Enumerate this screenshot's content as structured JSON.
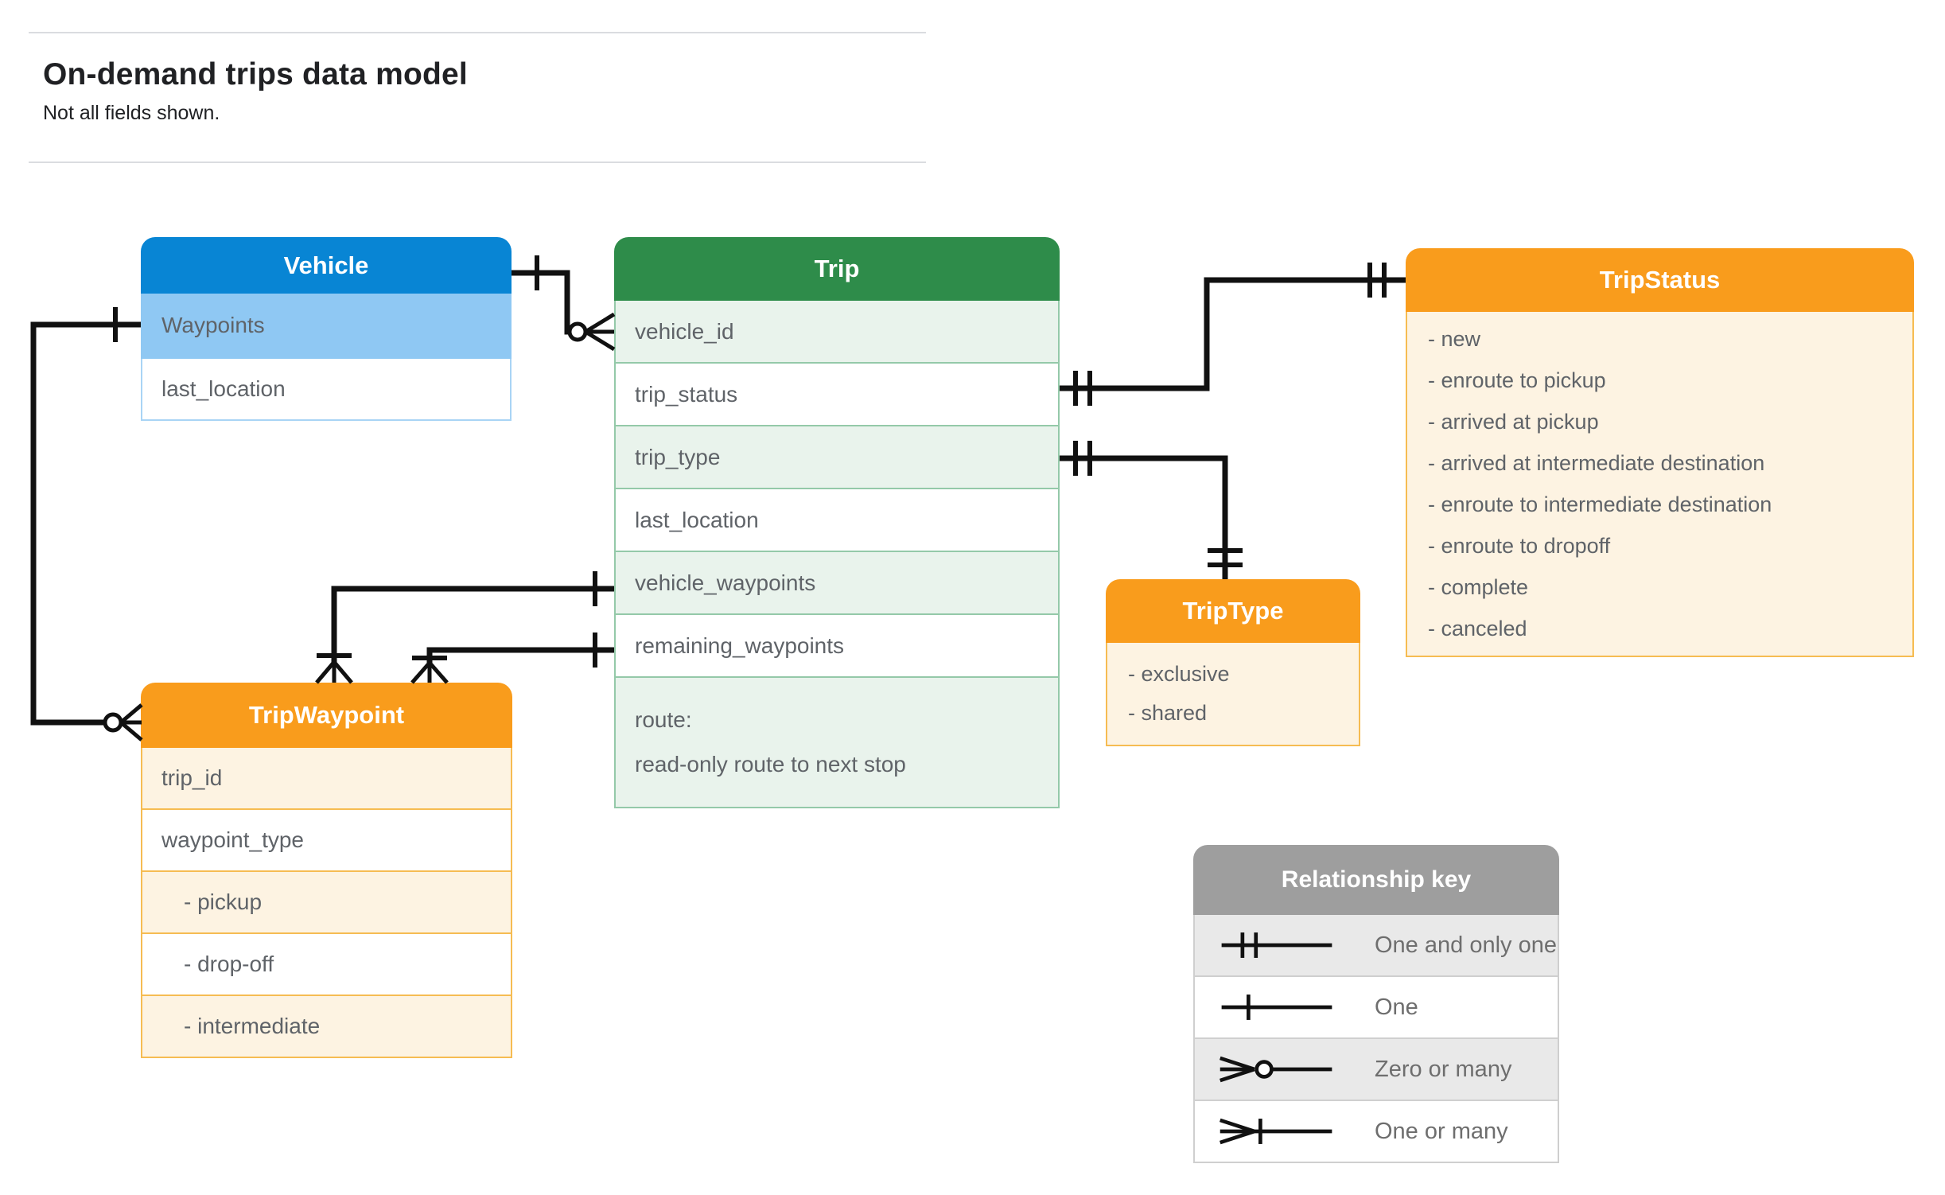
{
  "header": {
    "title": "On-demand trips data model",
    "subtitle": "Not all fields shown."
  },
  "entities": {
    "vehicle": {
      "title": "Vehicle",
      "rows": [
        "Waypoints",
        "last_location"
      ]
    },
    "trip": {
      "title": "Trip",
      "rows": [
        "vehicle_id",
        "trip_status",
        "trip_type",
        "last_location",
        "vehicle_waypoints",
        "remaining_waypoints"
      ],
      "route_row": [
        "route:",
        "read-only route to next stop"
      ]
    },
    "tripwaypoint": {
      "title": "TripWaypoint",
      "rows": [
        "trip_id",
        "waypoint_type",
        "- pickup",
        "- drop-off",
        "- intermediate"
      ]
    },
    "tripstatus": {
      "title": "TripStatus",
      "items": [
        "- new",
        "- enroute to pickup",
        "- arrived at pickup",
        "- arrived at intermediate destination",
        "- enroute to intermediate destination",
        "- enroute to dropoff",
        "- complete",
        "- canceled"
      ]
    },
    "triptype": {
      "title": "TripType",
      "items": [
        "- exclusive",
        "- shared"
      ]
    }
  },
  "legend": {
    "title": "Relationship key",
    "items": [
      {
        "icon": "one-and-only-one-icon",
        "label": "One and only one"
      },
      {
        "icon": "one-icon",
        "label": "One"
      },
      {
        "icon": "zero-or-many-icon",
        "label": "Zero or many"
      },
      {
        "icon": "one-or-many-icon",
        "label": "One or many"
      }
    ]
  },
  "colors": {
    "vehicle_header": "#0885d4",
    "vehicle_tint": "#8fc8f3",
    "trip_header": "#2e8c4a",
    "trip_tint": "#e9f3ec",
    "enum_header": "#f99c1c",
    "enum_tint": "#fdf3e2",
    "legend_header": "#9e9e9e",
    "legend_tint": "#e9e9e9",
    "field_text": "#5f6368",
    "connector": "#111111"
  }
}
